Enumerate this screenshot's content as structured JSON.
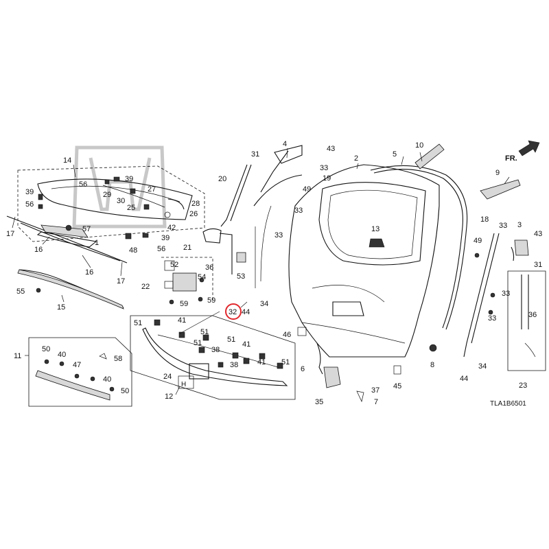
{
  "diagram": {
    "direction_indicator": {
      "label": "FR."
    },
    "diagram_code": "TLA1B6501",
    "highlighted_part": "32",
    "callouts": [
      {
        "id": "c1",
        "label": "1"
      },
      {
        "id": "c2",
        "label": "2"
      },
      {
        "id": "c3",
        "label": "3"
      },
      {
        "id": "c4",
        "label": "4"
      },
      {
        "id": "c5",
        "label": "5"
      },
      {
        "id": "c6",
        "label": "6"
      },
      {
        "id": "c7",
        "label": "7"
      },
      {
        "id": "c8",
        "label": "8"
      },
      {
        "id": "c9",
        "label": "9"
      },
      {
        "id": "c10",
        "label": "10"
      },
      {
        "id": "c11",
        "label": "11"
      },
      {
        "id": "c12",
        "label": "12"
      },
      {
        "id": "c13",
        "label": "13"
      },
      {
        "id": "c14",
        "label": "14"
      },
      {
        "id": "c15",
        "label": "15"
      },
      {
        "id": "c16a",
        "label": "16"
      },
      {
        "id": "c16b",
        "label": "16"
      },
      {
        "id": "c17a",
        "label": "17"
      },
      {
        "id": "c17b",
        "label": "17"
      },
      {
        "id": "c18",
        "label": "18"
      },
      {
        "id": "c19",
        "label": "19"
      },
      {
        "id": "c20",
        "label": "20"
      },
      {
        "id": "c21",
        "label": "21"
      },
      {
        "id": "c22",
        "label": "22"
      },
      {
        "id": "c23",
        "label": "23"
      },
      {
        "id": "c24",
        "label": "24"
      },
      {
        "id": "c25",
        "label": "25"
      },
      {
        "id": "c26",
        "label": "26"
      },
      {
        "id": "c27",
        "label": "27"
      },
      {
        "id": "c28",
        "label": "28"
      },
      {
        "id": "c29",
        "label": "29"
      },
      {
        "id": "c30",
        "label": "30"
      },
      {
        "id": "c31a",
        "label": "31"
      },
      {
        "id": "c31b",
        "label": "31"
      },
      {
        "id": "c32",
        "label": "32"
      },
      {
        "id": "c33a",
        "label": "33"
      },
      {
        "id": "c33b",
        "label": "33"
      },
      {
        "id": "c33c",
        "label": "33"
      },
      {
        "id": "c33d",
        "label": "33"
      },
      {
        "id": "c33e",
        "label": "33"
      },
      {
        "id": "c33f",
        "label": "33"
      },
      {
        "id": "c34a",
        "label": "34"
      },
      {
        "id": "c34b",
        "label": "34"
      },
      {
        "id": "c35",
        "label": "35"
      },
      {
        "id": "c36a",
        "label": "36"
      },
      {
        "id": "c36b",
        "label": "36"
      },
      {
        "id": "c37",
        "label": "37"
      },
      {
        "id": "c38a",
        "label": "38"
      },
      {
        "id": "c38b",
        "label": "38"
      },
      {
        "id": "c39a",
        "label": "39"
      },
      {
        "id": "c39b",
        "label": "39"
      },
      {
        "id": "c39c",
        "label": "39"
      },
      {
        "id": "c40a",
        "label": "40"
      },
      {
        "id": "c40b",
        "label": "40"
      },
      {
        "id": "c41a",
        "label": "41"
      },
      {
        "id": "c41b",
        "label": "41"
      },
      {
        "id": "c41c",
        "label": "41"
      },
      {
        "id": "c42",
        "label": "42"
      },
      {
        "id": "c43a",
        "label": "43"
      },
      {
        "id": "c43b",
        "label": "43"
      },
      {
        "id": "c44a",
        "label": "44"
      },
      {
        "id": "c44b",
        "label": "44"
      },
      {
        "id": "c45",
        "label": "45"
      },
      {
        "id": "c46",
        "label": "46"
      },
      {
        "id": "c47",
        "label": "47"
      },
      {
        "id": "c48",
        "label": "48"
      },
      {
        "id": "c49a",
        "label": "49"
      },
      {
        "id": "c49b",
        "label": "49"
      },
      {
        "id": "c50a",
        "label": "50"
      },
      {
        "id": "c50b",
        "label": "50"
      },
      {
        "id": "c51a",
        "label": "51"
      },
      {
        "id": "c51b",
        "label": "51"
      },
      {
        "id": "c51c",
        "label": "51"
      },
      {
        "id": "c51d",
        "label": "51"
      },
      {
        "id": "c51e",
        "label": "51"
      },
      {
        "id": "c52",
        "label": "52"
      },
      {
        "id": "c53",
        "label": "53"
      },
      {
        "id": "c54",
        "label": "54"
      },
      {
        "id": "c55",
        "label": "55"
      },
      {
        "id": "c56a",
        "label": "56"
      },
      {
        "id": "c56b",
        "label": "56"
      },
      {
        "id": "c56c",
        "label": "56"
      },
      {
        "id": "c57",
        "label": "57"
      },
      {
        "id": "c58",
        "label": "58"
      },
      {
        "id": "c59a",
        "label": "59"
      },
      {
        "id": "c59b",
        "label": "59"
      }
    ]
  }
}
